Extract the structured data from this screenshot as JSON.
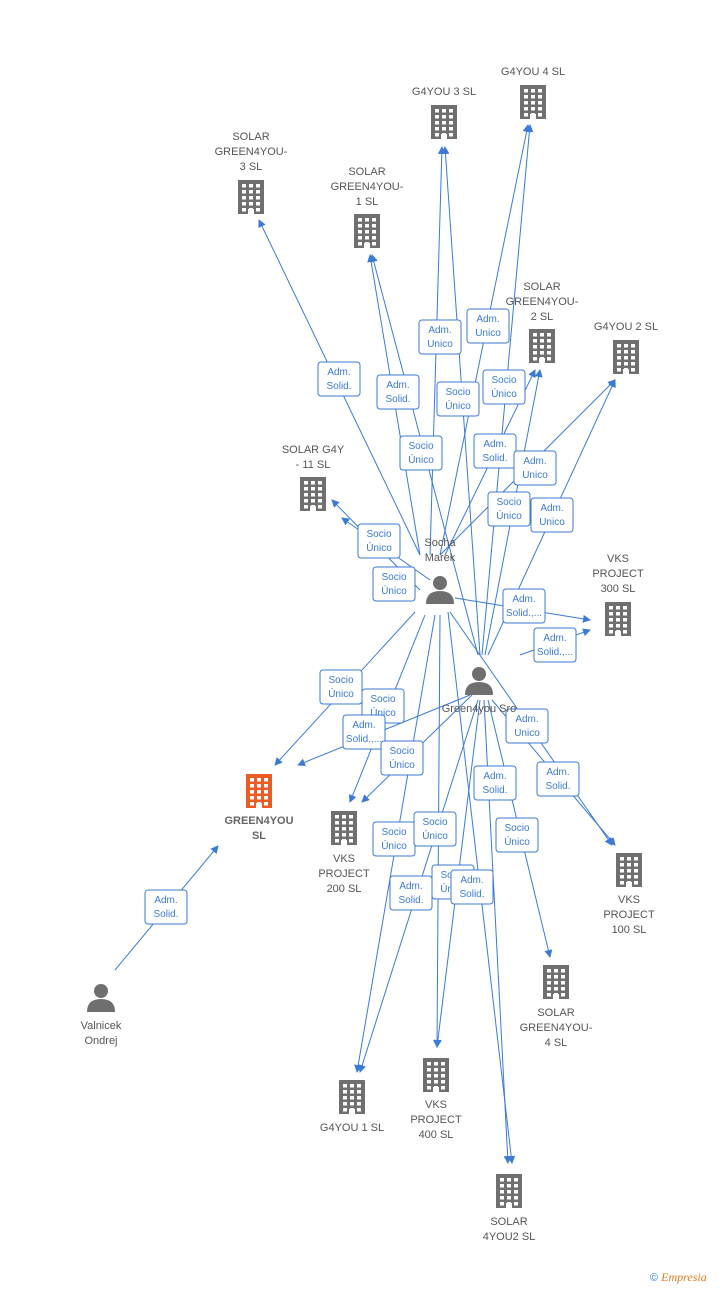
{
  "colors": {
    "edge": "#3b7ad6",
    "building": "#6f6f6f",
    "building_highlight": "#ee5a24",
    "person": "#6f6f6f",
    "label": "#555555"
  },
  "nodes": [
    {
      "id": "g4you3",
      "type": "company",
      "label": [
        "G4YOU 3  SL"
      ]
    },
    {
      "id": "g4you4",
      "type": "company",
      "label": [
        "G4YOU 4  SL"
      ]
    },
    {
      "id": "solar3",
      "type": "company",
      "label": [
        "SOLAR",
        "GREEN4YOU-",
        "3  SL"
      ]
    },
    {
      "id": "solar1",
      "type": "company",
      "label": [
        "SOLAR",
        "GREEN4YOU-",
        "1  SL"
      ]
    },
    {
      "id": "solar2",
      "type": "company",
      "label": [
        "SOLAR",
        "GREEN4YOU-",
        "2  SL"
      ]
    },
    {
      "id": "g4you2",
      "type": "company",
      "label": [
        "G4YOU 2  SL"
      ]
    },
    {
      "id": "solarg4y",
      "type": "company",
      "label": [
        "SOLAR G4Y",
        "-  11  SL"
      ]
    },
    {
      "id": "vks300",
      "type": "company",
      "label": [
        "VKS",
        "PROJECT",
        "300  SL"
      ]
    },
    {
      "id": "green4you",
      "type": "company",
      "highlight": true,
      "label": [
        "GREEN4YOU",
        "SL"
      ]
    },
    {
      "id": "vks200",
      "type": "company",
      "label": [
        "VKS",
        "PROJECT",
        "200  SL"
      ]
    },
    {
      "id": "vks100",
      "type": "company",
      "label": [
        "VKS",
        "PROJECT",
        "100  SL"
      ]
    },
    {
      "id": "solar4",
      "type": "company",
      "label": [
        "SOLAR",
        "GREEN4YOU-",
        "4  SL"
      ]
    },
    {
      "id": "g4you1",
      "type": "company",
      "label": [
        "G4YOU 1  SL"
      ]
    },
    {
      "id": "vks400",
      "type": "company",
      "label": [
        "VKS",
        "PROJECT",
        "400  SL"
      ]
    },
    {
      "id": "solar4you2",
      "type": "company",
      "label": [
        "SOLAR",
        "4YOU2  SL"
      ]
    },
    {
      "id": "socha",
      "type": "person",
      "label": [
        "Socha",
        "Marek"
      ]
    },
    {
      "id": "green4yousro",
      "type": "person",
      "label": [
        "Green4you Sro"
      ]
    },
    {
      "id": "valnicek",
      "type": "person",
      "label": [
        "Valnicek",
        "Ondrej"
      ]
    }
  ],
  "edge_labels": [
    [
      "Adm.",
      "Solid."
    ],
    [
      "Adm.",
      "Solid."
    ],
    [
      "Adm.",
      "Unico"
    ],
    [
      "Adm.",
      "Unico"
    ],
    [
      "Socio",
      "Único"
    ],
    [
      "Socio",
      "Único"
    ],
    [
      "Socio",
      "Único"
    ],
    [
      "Adm.",
      "Solid."
    ],
    [
      "Adm.",
      "Solid."
    ],
    [
      "Socio",
      "Único"
    ],
    [
      "Adm.",
      "Unico"
    ],
    [
      "Socio",
      "Único"
    ],
    [
      "Adm.",
      "Unico"
    ],
    [
      "Socio",
      "Único"
    ],
    [
      "Adm.",
      "Solid.,..."
    ],
    [
      "Adm.",
      "Solid.,..."
    ],
    [
      "Socio",
      "Único"
    ],
    [
      "Socio",
      "Único"
    ],
    [
      "Adm.",
      "Solid.,..."
    ],
    [
      "Socio",
      "Único"
    ],
    [
      "Adm.",
      "Unico"
    ],
    [
      "Adm.",
      "Solid."
    ],
    [
      "Adm.",
      "Solid."
    ],
    [
      "Socio",
      "Único"
    ],
    [
      "Socio",
      "Único"
    ],
    [
      "Socio",
      "Único"
    ],
    [
      "Adm.",
      "Solid."
    ],
    [
      "Socio",
      "Único"
    ],
    [
      "Adm.",
      "Solid."
    ]
  ],
  "footer": {
    "copyright": "©",
    "brand": "Empresia"
  }
}
